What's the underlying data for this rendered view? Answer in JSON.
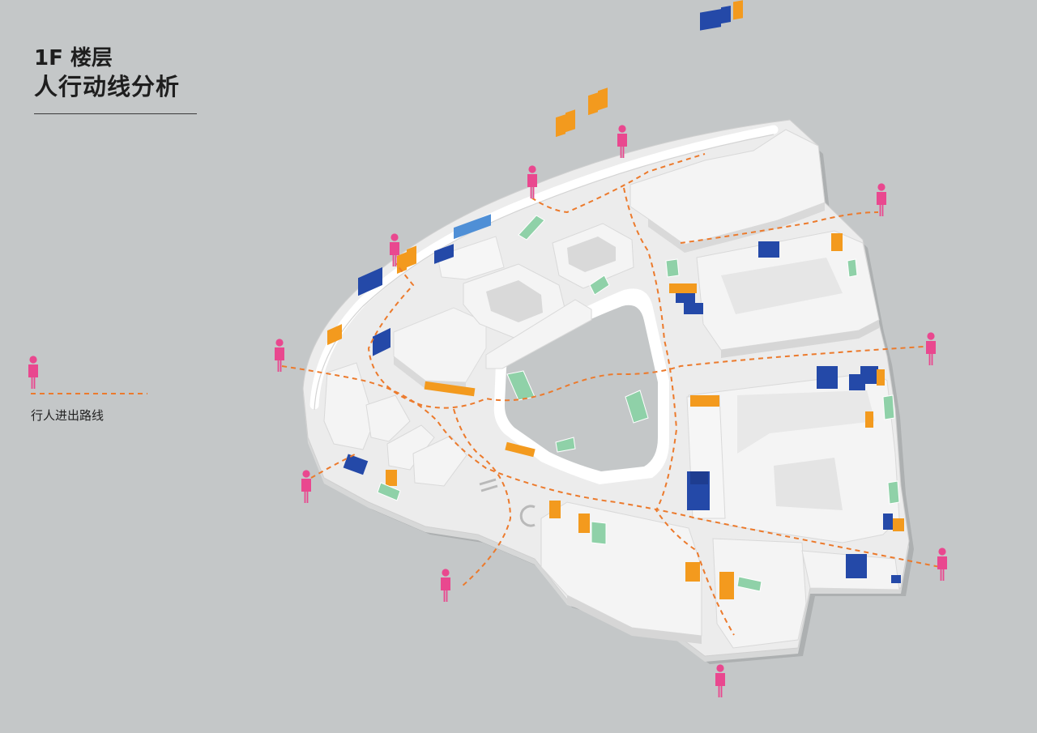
{
  "title": {
    "line1": "1F 楼层",
    "line2": "人行动线分析"
  },
  "legend": {
    "label": "行人进出路线",
    "route_color": "#ec7a2c",
    "person_color": "#e9488f"
  },
  "colors": {
    "background": "#c4c7c8",
    "building": "#f2f2f2",
    "building_side": "#d9d9d9",
    "shop_orange": "#f39a1e",
    "shop_blue": "#2449a8",
    "shop_light_blue": "#4f8fd6",
    "stair_green": "#8fd1a8"
  },
  "icons": {
    "person": "person-icon",
    "route": "dashed-route-line",
    "shop_number": "storefront-number-icon",
    "floor_logo": "c-logo-icon"
  }
}
